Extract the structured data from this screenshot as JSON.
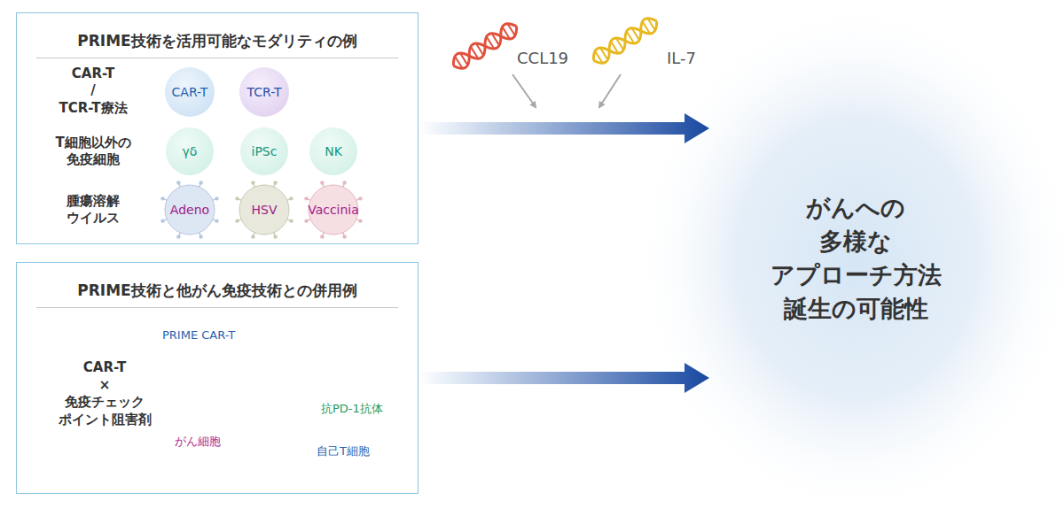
{
  "diagram": {
    "nodes": [
      {
        "text": [
          "PRIME技術を活用可能なモダリティの例"
        ]
      },
      {
        "text": [
          "CAR-T"
        ],
        "in": 0
      },
      {
        "text": [
          "TCR-T"
        ],
        "in": 0
      },
      {
        "text": [
          "γδ"
        ],
        "in": 0
      },
      {
        "text": [
          "iPSc"
        ],
        "in": 0
      },
      {
        "text": [
          "NK"
        ],
        "in": 0
      },
      {
        "text": [
          "Adeno"
        ],
        "in": 0
      },
      {
        "text": [
          "HSV"
        ],
        "in": 0
      },
      {
        "text": [
          "Vaccinia"
        ],
        "in": 0
      },
      {
        "text": [
          "PRIME技術と他がん免疫技術との併用例"
        ]
      },
      {
        "text": [
          "がんへの 多様な アプローチ方法 誕生の可能性"
        ]
      }
    ],
    "edges": [
      {
        "from": 0,
        "to": 10,
        "arrow": "to"
      },
      {
        "from": 9,
        "to": 10,
        "arrow": "to"
      }
    ],
    "labels": [
      "CCL19",
      "IL-7",
      "CAR-T / TCR-T療法",
      "T細胞以外の 免疫細胞",
      "腫瘍溶解 ウイルス",
      "CAR-T × 免疫チェック ポイント阻害剤",
      "PRIME CAR-T",
      "抗PD-1抗体",
      "がん細胞",
      "自己T細胞"
    ]
  }
}
